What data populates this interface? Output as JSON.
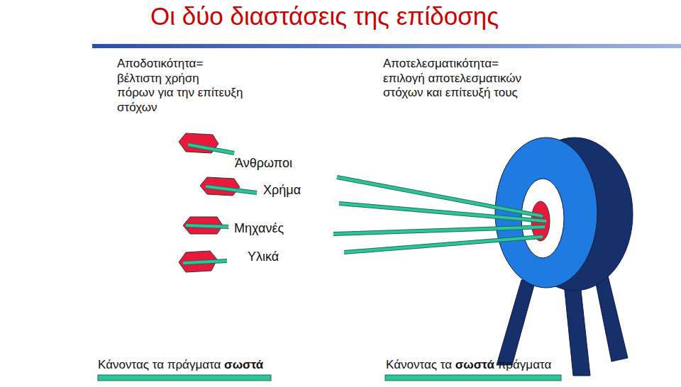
{
  "diagram": {
    "title": "Οι δύο διαστάσεις της επίδοσης",
    "labels": [
      "Αποδοτικότητα= βέλτιστη χρήση πόρων για την επίτευξη στόχων",
      "Αποτελεσματικότητα= επιλογή αποτελεσματικών στόχων και επίτευξή τους",
      "Άνθρωποι",
      "Χρήμα",
      "Μηχανές",
      "Υλικά",
      "Κάνοντας τα πράγματα σωστά",
      "Κάνοντας τα σωστά πράγματα"
    ]
  }
}
